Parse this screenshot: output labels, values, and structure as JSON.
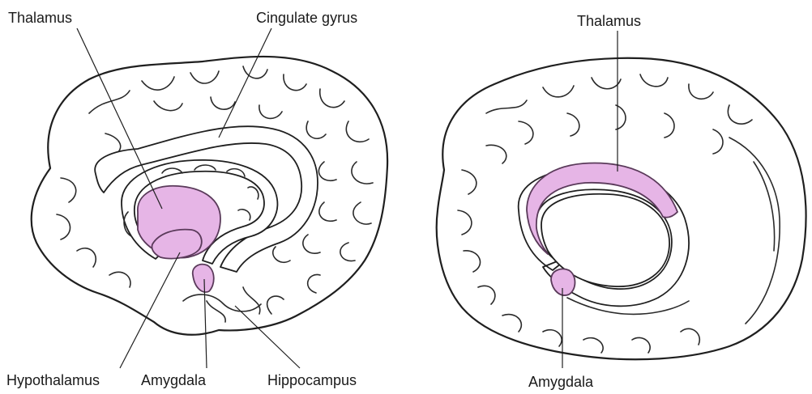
{
  "colors": {
    "highlight": "#e6b5e6",
    "outline": "#1f1f1f",
    "background": "#ffffff"
  },
  "left_view": {
    "labels": {
      "thalamus": "Thalamus",
      "cingulate_gyrus": "Cingulate gyrus",
      "hypothalamus": "Hypothalamus",
      "amygdala": "Amygdala",
      "hippocampus": "Hippocampus"
    }
  },
  "right_view": {
    "labels": {
      "thalamus": "Thalamus",
      "amygdala": "Amygdala"
    }
  }
}
